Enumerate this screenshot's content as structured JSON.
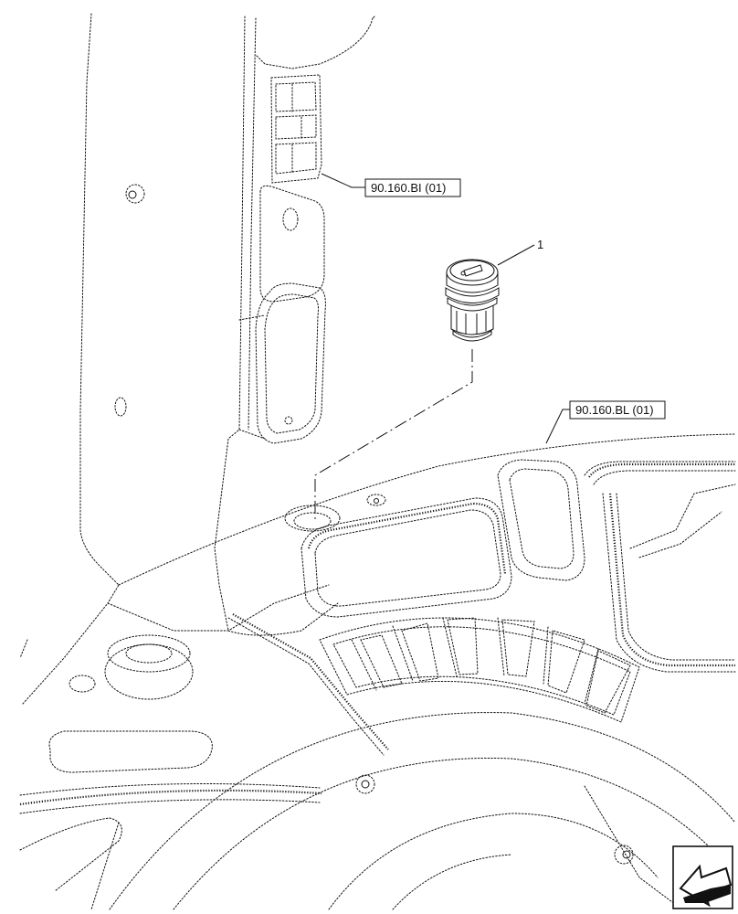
{
  "diagram": {
    "references": [
      {
        "id": "ref_bi",
        "label": "90.160.BI (01)"
      },
      {
        "id": "ref_bl",
        "label": "90.160.BL (01)"
      }
    ],
    "callouts": [
      {
        "id": "item_1",
        "label": "1"
      }
    ],
    "nav_icon": "arrow-back-icon"
  }
}
